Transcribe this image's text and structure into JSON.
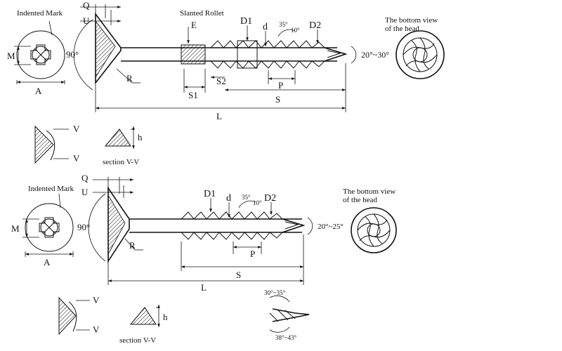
{
  "screw1": {
    "indented_mark": "Indented Mark",
    "slanted_rollet": "Slanted Rollet",
    "labels": {
      "Q": "Q",
      "U": "U",
      "E": "E",
      "D1": "D1",
      "d": "d",
      "D2": "D2",
      "M": "M",
      "A": "A",
      "R": "R",
      "S1": "S1",
      "S2": "S2",
      "P": "P",
      "S": "S",
      "L": "L",
      "V_top": "V",
      "V_bottom": "V",
      "h": "h"
    },
    "head_angle": "90°",
    "thread_angle": "35°",
    "thread_angle2": "10°",
    "tip_angle": "20°~30°",
    "bottom_view_line1": "The bottom view",
    "bottom_view_line2": "of the head",
    "section": "section V-V"
  },
  "screw2": {
    "indented_mark": "Indented Mark",
    "labels": {
      "Q": "Q",
      "U": "U",
      "D1": "D1",
      "d": "d",
      "D2": "D2",
      "M": "M",
      "A": "A",
      "R": "R",
      "P": "P",
      "S": "S",
      "L": "L",
      "V_top": "V",
      "V_bottom": "V",
      "h": "h"
    },
    "head_angle": "90°",
    "thread_angle": "35°",
    "thread_angle2": "10°",
    "tip_angle": "20°~25°",
    "bottom_view_line1": "The bottom view",
    "bottom_view_line2": "of the head",
    "section": "section V-V",
    "detail_angle_top": "30°~35°",
    "detail_angle_bottom": "38°~43°"
  }
}
